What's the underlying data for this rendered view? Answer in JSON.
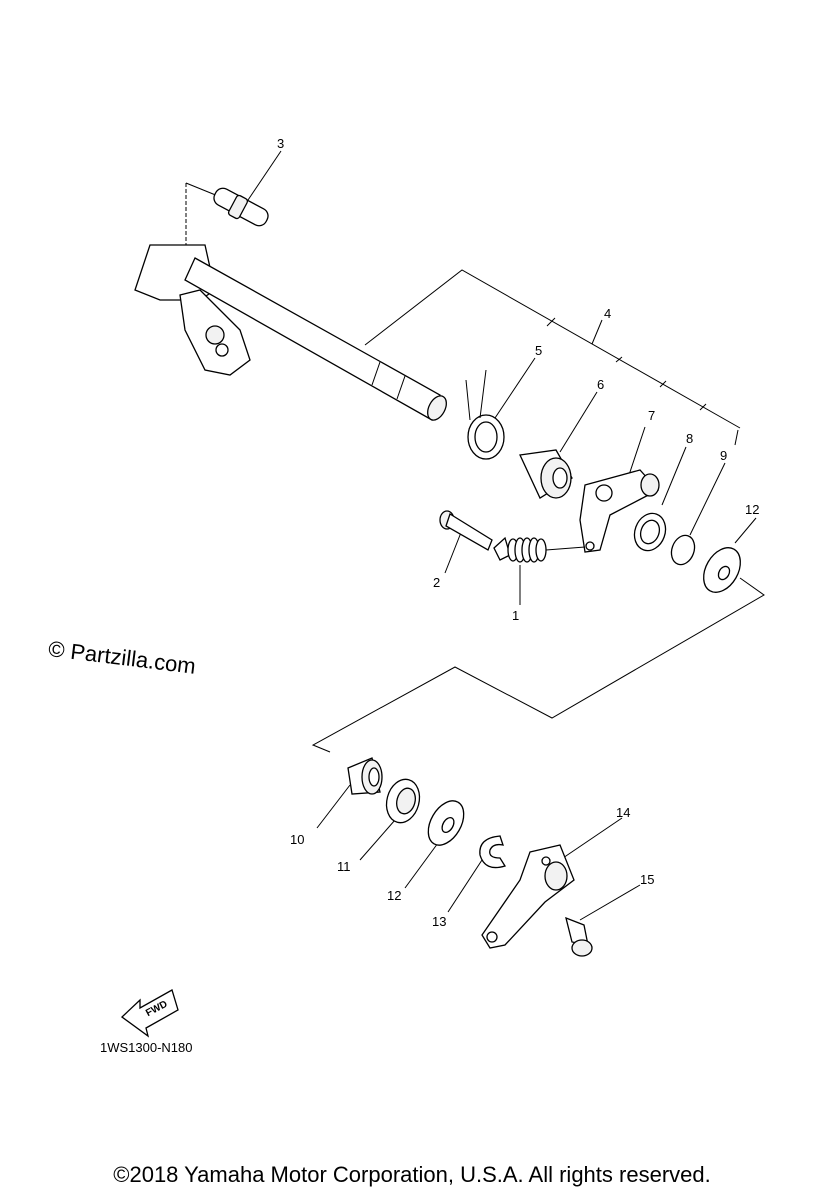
{
  "watermark": "© Partzilla.com",
  "diagram_code": "1WS1300-N180",
  "fwd_label": "FWD",
  "copyright": "©2018 Yamaha Motor Corporation, U.S.A. All rights reserved.",
  "callouts": [
    "1",
    "2",
    "3",
    "4",
    "5",
    "6",
    "7",
    "8",
    "9",
    "10",
    "11",
    "12",
    "12",
    "13",
    "14",
    "15"
  ]
}
